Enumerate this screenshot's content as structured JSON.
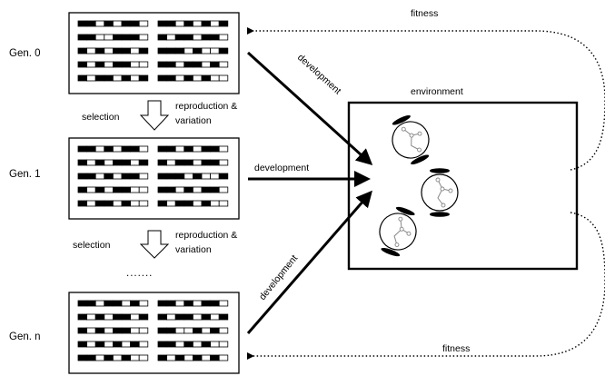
{
  "generations": [
    {
      "label": "Gen. 0",
      "genomes": [
        [
          "11010110",
          "11001110",
          "10101101",
          "10101100",
          "10110101"
        ],
        [
          "11010101",
          "10110110",
          "11101001",
          "11011010",
          "11010100"
        ]
      ]
    },
    {
      "label": "Gen. 1",
      "genomes": [
        [
          "11010110",
          "10101101",
          "11010110",
          "10101100",
          "10110100"
        ],
        [
          "11010110",
          "10110110",
          "11101001",
          "11010110",
          "10110100"
        ]
      ]
    },
    {
      "label": "Gen. n",
      "genomes": [
        [
          "11011010",
          "10101101",
          "10101100",
          "10101010",
          "11010100"
        ],
        [
          "11010110",
          "10110101",
          "11001010",
          "11010100",
          "10101010"
        ]
      ]
    }
  ],
  "step_labels": {
    "selection": "selection",
    "reproduction_line1": "reproduction &",
    "reproduction_line2": "variation"
  },
  "ellipsis": ".......",
  "development_label": "development",
  "environment_label": "environment",
  "fitness_label": "fitness",
  "colors": {
    "ink": "#000000",
    "robot_inner": "#888888"
  }
}
